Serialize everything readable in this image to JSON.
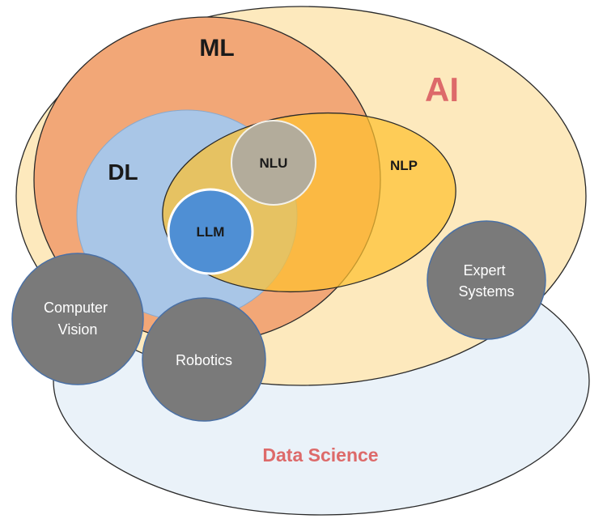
{
  "colors": {
    "data_science_fill": "#eaf2f9",
    "ai_fill": "#fde9bd",
    "ml_fill": "#f2a777",
    "dl_fill": "#a9c6e7",
    "nlp_fill": "#fdc12f",
    "nlu_fill": "#b3ac9b",
    "llm_fill": "#4f8fd4",
    "gray_bubble_fill": "#7a7a7a",
    "ai_label": "#dd6a6a",
    "data_science_label": "#dd6a6a",
    "dark_label": "#1a1a1a",
    "light_label": "#ffffff"
  },
  "regions": {
    "data_science": {
      "label": "Data Science"
    },
    "ai": {
      "label": "AI"
    },
    "ml": {
      "label": "ML"
    },
    "dl": {
      "label": "DL"
    },
    "nlp": {
      "label": "NLP"
    },
    "nlu": {
      "label": "NLU"
    },
    "llm": {
      "label": "LLM"
    }
  },
  "bubbles": {
    "computer_vision": {
      "lines": [
        "Computer",
        "Vision"
      ]
    },
    "robotics": {
      "lines": [
        "Robotics"
      ]
    },
    "expert_systems": {
      "lines": [
        "Expert",
        "Systems"
      ]
    }
  }
}
